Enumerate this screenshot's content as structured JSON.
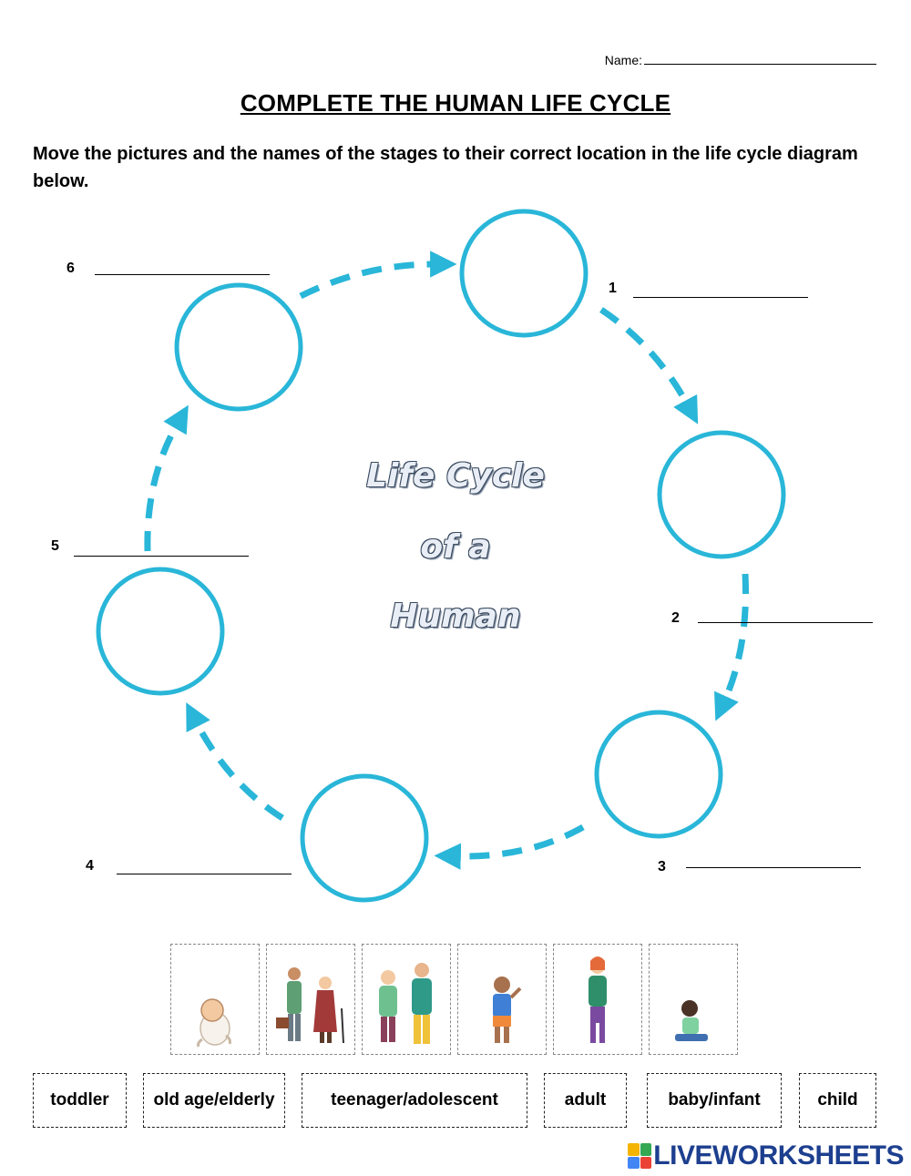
{
  "header": {
    "name_label": "Name:",
    "title": "COMPLETE THE HUMAN LIFE CYCLE",
    "instructions": "Move the pictures and the names of the stages to their correct location in the life cycle diagram below."
  },
  "diagram": {
    "center_line1": "Life Cycle",
    "center_line2": "of a",
    "center_line3": "Human",
    "circle_color": "#29b6d8",
    "stage_numbers": [
      "1",
      "2",
      "3",
      "4",
      "5",
      "6"
    ]
  },
  "picture_cards": [
    {
      "icon": "baby-icon"
    },
    {
      "icon": "elderly-couple-icon"
    },
    {
      "icon": "adults-icon"
    },
    {
      "icon": "child-icon"
    },
    {
      "icon": "teenager-icon"
    },
    {
      "icon": "toddler-icon"
    }
  ],
  "word_cards": [
    "toddler",
    "old age/elderly",
    "teenager/adolescent",
    "adult",
    "baby/infant",
    "child"
  ],
  "branding": {
    "logo_text": "LIVEWORKSHEETS",
    "logo_color": "#1d3f8f"
  }
}
